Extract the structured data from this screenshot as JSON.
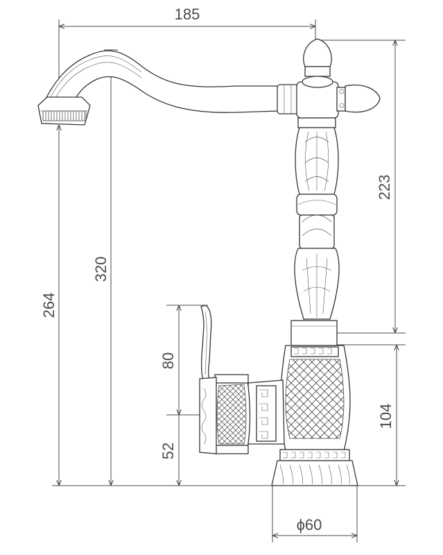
{
  "dimensions": {
    "overall_width": "185",
    "spout_height": "320",
    "outlet_height": "264",
    "column_height": "223",
    "lever_height": "80",
    "body_height": "104",
    "handle_axis_height": "52",
    "base_diameter": "ϕ60"
  },
  "colors": {
    "line": "#3a3a3a",
    "background": "#ffffff"
  }
}
